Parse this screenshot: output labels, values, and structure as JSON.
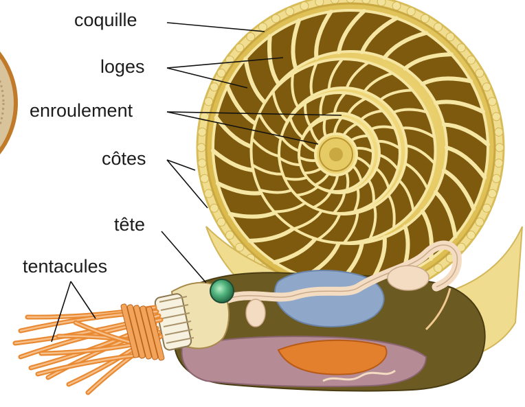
{
  "labels": {
    "coquille": "coquille",
    "loges": "loges",
    "enroulement": "enroulement",
    "cotes": "côtes",
    "tete": "tête",
    "tentacules": "tentacules"
  },
  "colors": {
    "shell": "#e9cf63",
    "chamber_dark": "#7e5a0e",
    "septa": "#f5e6a4",
    "outer_ring": "#f1dd8f",
    "body_olive": "#6b5a22",
    "tentacle": "#e98a33",
    "eye": "#4fb27c",
    "gut_blue": "#8fa7c8",
    "siphuncle": "#f3dcc2",
    "mauve": "#b58b96",
    "orange_organ": "#e2802d"
  }
}
